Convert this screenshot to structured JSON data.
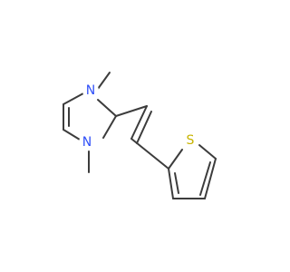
{
  "colors": {
    "bond": "#3c3c3c",
    "nitrogen": "#3050f8",
    "sulfur": "#c8b400",
    "background": "#ffffff"
  },
  "atoms": {
    "n1": {
      "label": "N",
      "element": "nitrogen"
    },
    "n3": {
      "label": "N",
      "element": "nitrogen"
    },
    "s1": {
      "label": "S",
      "element": "sulfur"
    }
  }
}
